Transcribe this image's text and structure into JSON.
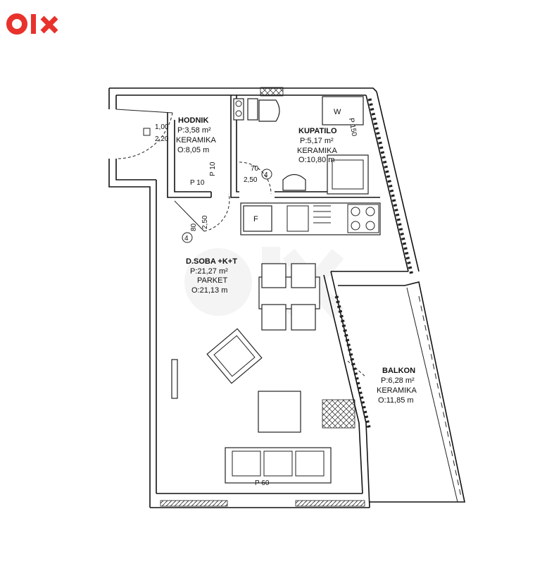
{
  "logo": {
    "text": "OLX",
    "color": "#e8322c"
  },
  "rooms": [
    {
      "name": "HODNIK",
      "area": "P:3,58 m²",
      "floor": "KERAMIKA",
      "perimeter": "O:8,05 m"
    },
    {
      "name": "KUPATILO",
      "area": "P:5,17 m²",
      "floor": "KERAMIKA",
      "perimeter": "O:10,80 m"
    },
    {
      "name": "D.SOBA +K+T",
      "area": "P:21,27 m²",
      "floor": "PARKET",
      "perimeter": "O:21,13 m"
    },
    {
      "name": "BALKON",
      "area": "P:6,28 m²",
      "floor": "KERAMIKA",
      "perimeter": "O:11,85 m"
    }
  ],
  "dimensions": {
    "entry_w": "1,00",
    "entry_h": "2,20",
    "bath_w": "70",
    "bath_h": "2,50",
    "door_w": "80",
    "door_h": "2,50",
    "p10_a": "P 10",
    "p10_b": "P 10",
    "p150": "P 150",
    "p60": "P 60",
    "marker_1": "4",
    "marker_2": "4"
  },
  "fixtures": {
    "washer": "W",
    "fridge": "F"
  },
  "watermark": "OLX"
}
